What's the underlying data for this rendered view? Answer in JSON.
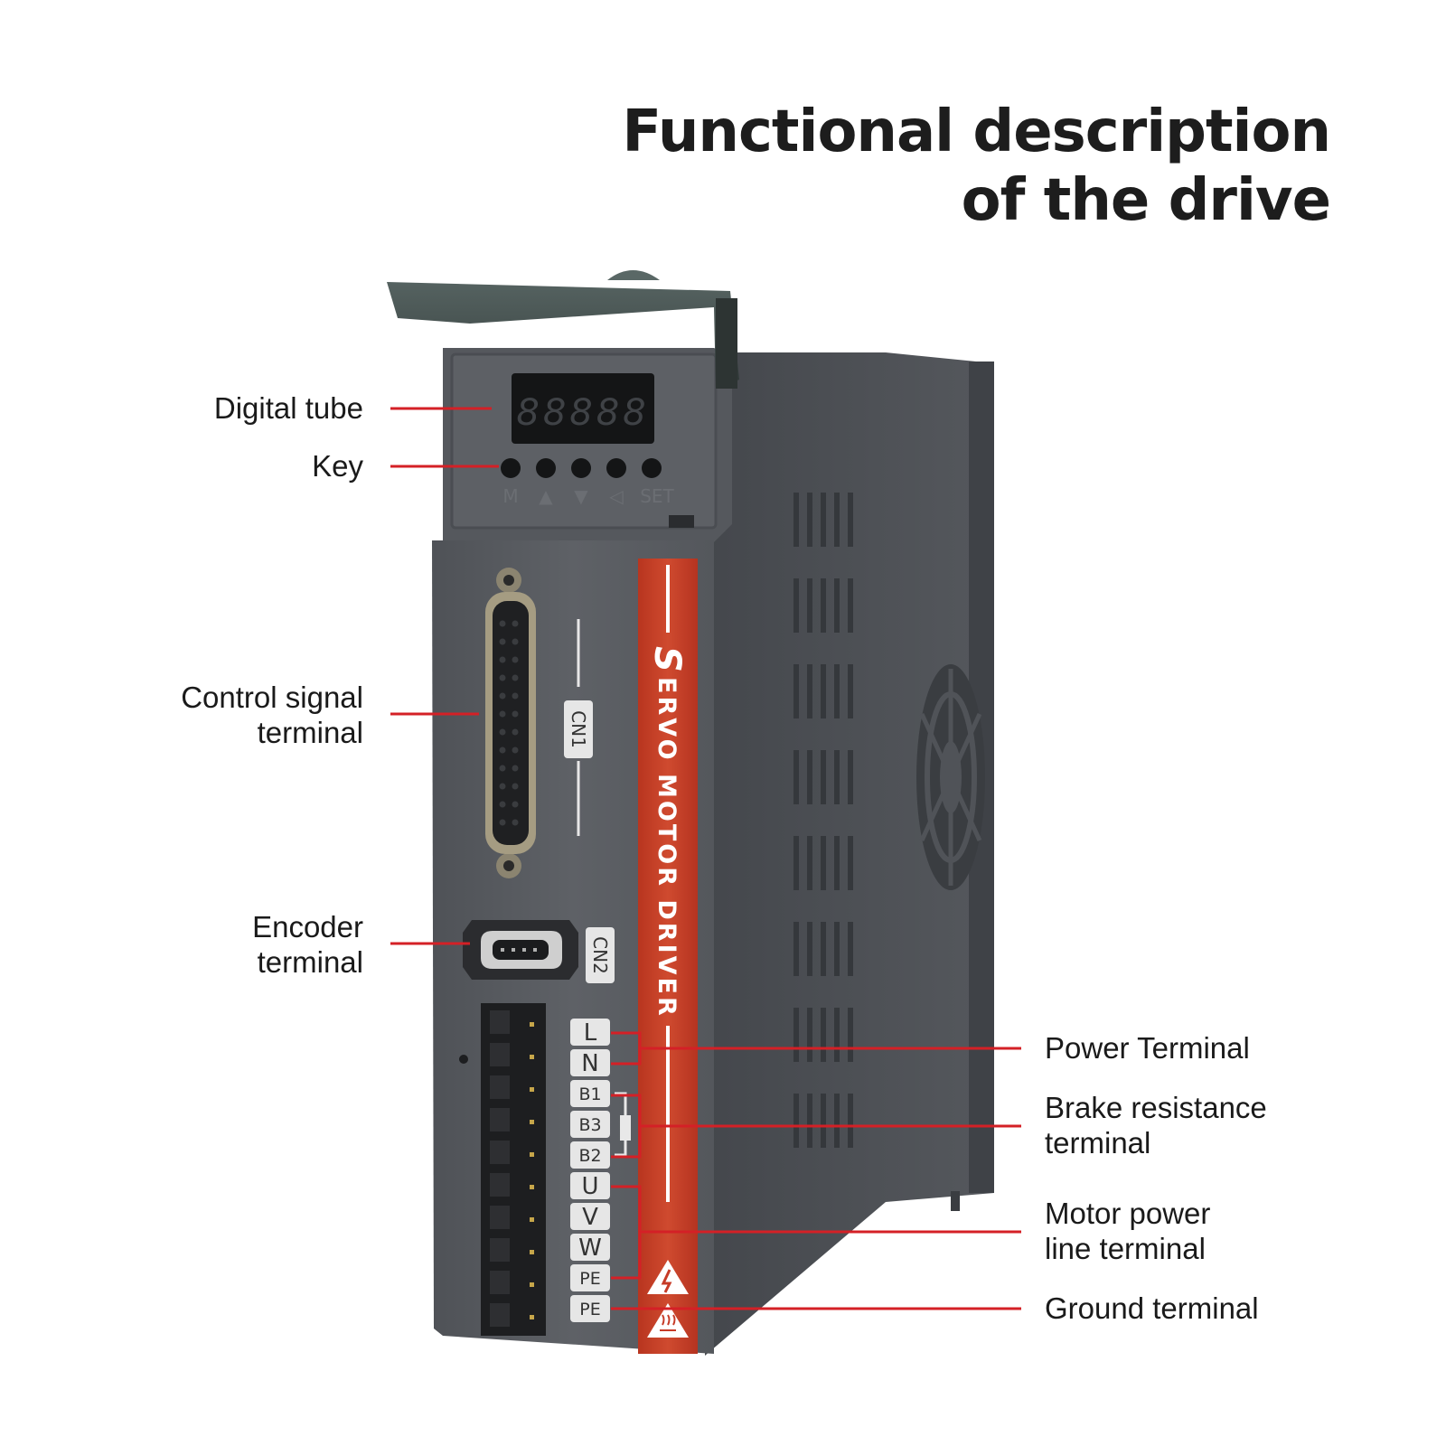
{
  "title": {
    "line1": "Functional description",
    "line2": "of the drive"
  },
  "callouts": {
    "digital_tube": "Digital tube",
    "key": "Key",
    "control_signal_1": "Control signal",
    "control_signal_2": "terminal",
    "encoder_1": "Encoder",
    "encoder_2": "terminal",
    "power": "Power Terminal",
    "brake_1": "Brake resistance",
    "brake_2": "terminal",
    "motor_1": "Motor power",
    "motor_2": "line terminal",
    "ground": "Ground terminal"
  },
  "device": {
    "display": "88888",
    "keys": [
      "M",
      "▲",
      "▼",
      "◁",
      "SET"
    ],
    "stripe_text": "ERVO MOTOR DRIVER",
    "logo_letter": "S",
    "connector_cn1": "CN1",
    "connector_cn2": "CN2",
    "terminals": [
      "L",
      "N",
      "B1",
      "B3",
      "B2",
      "U",
      "V",
      "W",
      "PE",
      "PE"
    ]
  },
  "colors": {
    "callout_line": "#d42026",
    "stripe": "#c63b27",
    "body_front": "#5a5d62",
    "body_side": "#4a4d52"
  }
}
